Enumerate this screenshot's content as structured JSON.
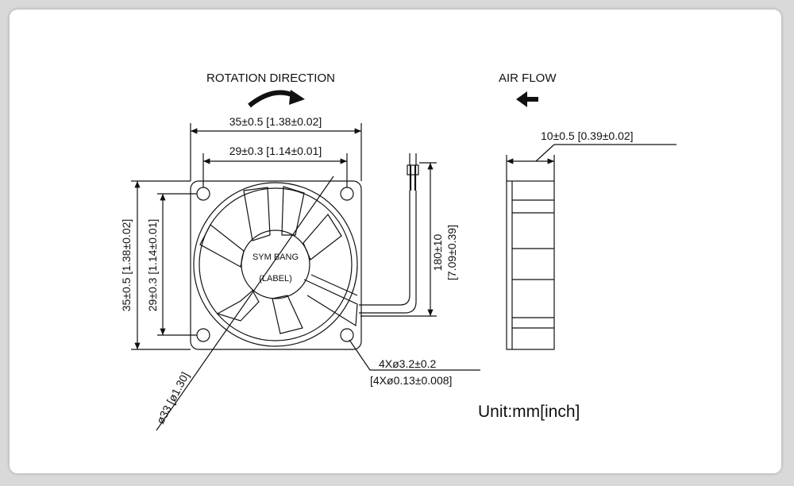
{
  "rotation_label": "ROTATION DIRECTION",
  "airflow_label": "AIR FLOW",
  "dim_outer_width": "35±0.5 [1.38±0.02]",
  "dim_inner_width": "29±0.3 [1.14±0.01]",
  "dim_outer_height": "35±0.5 [1.38±0.02]",
  "dim_inner_height": "29±0.3 [1.14±0.01]",
  "dim_diameter": "ø33 [ø1.30]",
  "dim_wire_mm": "180±10",
  "dim_wire_inch": "[7.09±0.39]",
  "dim_holes_mm": "4Xø3.2±0.2",
  "dim_holes_inch": "[4Xø0.13±0.008]",
  "dim_thickness": "10±0.5 [0.39±0.02]",
  "label_brand": "SYM BANG",
  "label_tag": "(LABEL)",
  "unit_note": "Unit:mm[inch]",
  "colors": {
    "background": "#d9d9d9",
    "paper": "#ffffff",
    "ink": "#111111"
  }
}
